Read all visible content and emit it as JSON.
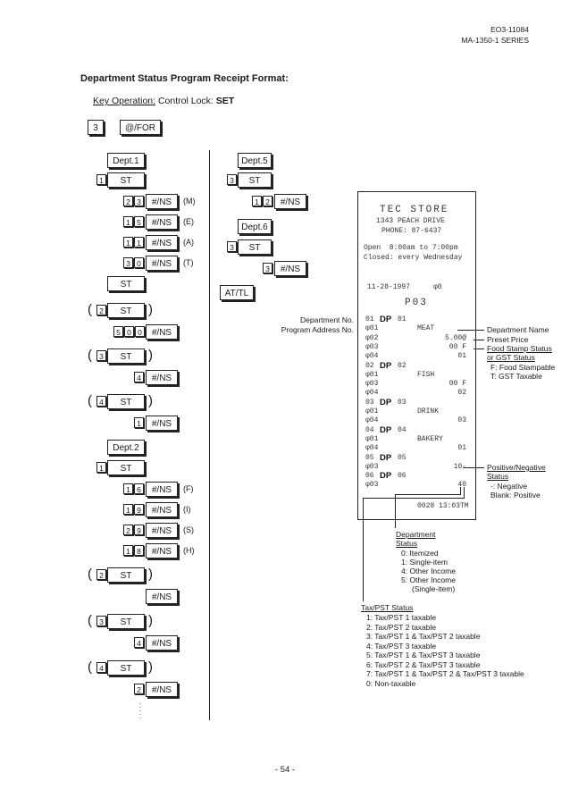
{
  "header": {
    "doc_number": "EO3-11084",
    "series": "MA-1350-1 SERIES"
  },
  "title": "Department Status Program Receipt Format:",
  "key_operation": {
    "label": "Key Operation:",
    "mode": "Control Lock:",
    "value": "SET"
  },
  "start_keys": {
    "digit": "3",
    "key": "@/FOR"
  },
  "keys": {
    "st": "ST",
    "ns": "#/NS",
    "attl": "AT/TL",
    "dept1": "Dept.1",
    "dept2": "Dept.2",
    "dept5": "Dept.5",
    "dept6": "Dept.6",
    "paren_open": "(",
    "paren_close": ")"
  },
  "dept1_block": {
    "dept_digit": "1",
    "rows": [
      {
        "d1": "2",
        "d2": "3",
        "code": "(M)"
      },
      {
        "d1": "1",
        "d2": "5",
        "code": "(E)"
      },
      {
        "d1": "1",
        "d2": "1",
        "code": "(A)"
      },
      {
        "d1": "3",
        "d2": "0",
        "code": "(T)"
      }
    ],
    "group2": {
      "digit": "2",
      "d1": "5",
      "d2": "0",
      "d3": "0"
    },
    "group3": {
      "digit": "3",
      "ns_digit": "4"
    },
    "group4": {
      "digit": "4",
      "ns_digit": "1"
    }
  },
  "dept2_block": {
    "dept_digit": "1",
    "rows": [
      {
        "d1": "1",
        "d2": "6",
        "code": "(F)"
      },
      {
        "d1": "1",
        "d2": "9",
        "code": "(I)"
      },
      {
        "d1": "2",
        "d2": "9",
        "code": "(S)"
      },
      {
        "d1": "1",
        "d2": "8",
        "code": "(H)"
      }
    ],
    "group2": {
      "digit": "2"
    },
    "group3": {
      "digit": "3",
      "ns_digit": "4"
    },
    "group4": {
      "digit": "4",
      "ns_digit": "2"
    }
  },
  "dept5_block": {
    "digit": "3",
    "d1": "1",
    "d2": "2"
  },
  "dept6_block": {
    "digit": "3",
    "ns_digit": "3"
  },
  "receipt": {
    "store": "TEC STORE",
    "address": "1343 PEACH DRIVE",
    "phone": "PHONE: 87-6437",
    "open": "Open  8:00am to 7:00pm",
    "closed": "Closed: every Wednesday",
    "date": "11-28-1997",
    "reg": "φ0",
    "program": "P03",
    "lines": [
      {
        "l": "01",
        "m": "DP",
        "r": "01"
      },
      {
        "l": "φ01",
        "m": "MEAT",
        "r": ""
      },
      {
        "l": "φ02",
        "m": "",
        "r": "5.00@"
      },
      {
        "l": "φ03",
        "m": "",
        "r": "00 F"
      },
      {
        "l": "φ04",
        "m": "",
        "r": "01"
      },
      {
        "l": "02",
        "m": "DP",
        "r": "02"
      },
      {
        "l": "φ01",
        "m": "FISH",
        "r": ""
      },
      {
        "l": "φ03",
        "m": "",
        "r": "00 F"
      },
      {
        "l": "φ04",
        "m": "",
        "r": "02"
      },
      {
        "l": "03",
        "m": "DP",
        "r": "03"
      },
      {
        "l": "φ01",
        "m": "DRINK",
        "r": ""
      },
      {
        "l": "φ04",
        "m": "",
        "r": "03"
      },
      {
        "l": "04",
        "m": "DP",
        "r": "04"
      },
      {
        "l": "φ01",
        "m": "BAKERY",
        "r": ""
      },
      {
        "l": "φ04",
        "m": "",
        "r": "01"
      },
      {
        "l": "05",
        "m": "DP",
        "r": "05"
      },
      {
        "l": "φ03",
        "m": "",
        "r": "10-"
      },
      {
        "l": "06",
        "m": "DP",
        "r": "06"
      },
      {
        "l": "φ03",
        "m": "",
        "r": "40"
      }
    ],
    "footer": "0028 13:03TM"
  },
  "annotations": {
    "dept_no": "Department No.",
    "prog_addr": "Program Address No.",
    "dept_name": "Department Name",
    "preset_price": "Preset Price",
    "food_stamp": "Food Stamp Status",
    "gst_status": "or GST Status",
    "food_stampable": "F:  Food Stampable",
    "gst_taxable": "T:  GST Taxable",
    "posneg": "Positive/Negative",
    "status": "Status",
    "negative": "-:  Negative",
    "positive": "Blank:  Positive",
    "dept_status_1": "Department",
    "dept_status_2": "Status",
    "ds_items": [
      "0:  Itemized",
      "1:  Single-item",
      "4:  Other Income",
      "5:  Other Income",
      "(Single-item)"
    ],
    "tax_title": "Tax/PST Status",
    "tax_items": [
      "1:  Tax/PST 1 taxable",
      "2:  Tax/PST 2 taxable",
      "3:  Tax/PST 1 & Tax/PST 2 taxable",
      "4:  Tax/PST 3 taxable",
      "5:  Tax/PST 1 & Tax/PST 3 taxable",
      "6:  Tax/PST 2 & Tax/PST 3 taxable",
      "7:  Tax/PST 1 & Tax/PST 2 & Tax/PST 3 taxable",
      "0:  Non-taxable"
    ]
  },
  "page_number": "- 54 -"
}
